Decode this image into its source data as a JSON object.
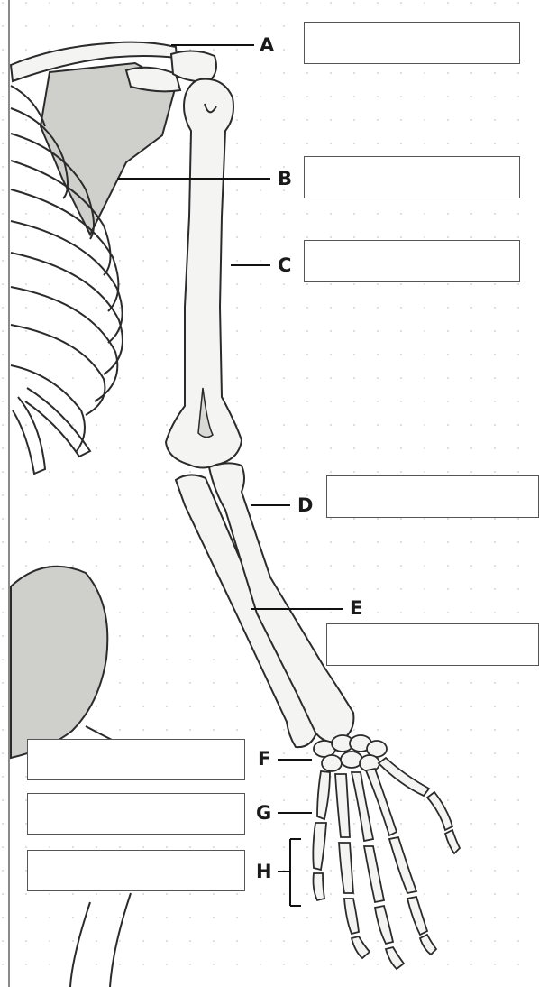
{
  "labels": {
    "A": "A",
    "B": "B",
    "C": "C",
    "D": "D",
    "E": "E",
    "F": "F",
    "G": "G",
    "H": "H"
  },
  "answers": {
    "A": "",
    "B": "",
    "C": "",
    "D": "",
    "E": "",
    "F": "",
    "G": "",
    "H": ""
  },
  "colors": {
    "bone_fill": "#f4f4f2",
    "bone_shade": "#d9d9d6",
    "scapula_shade": "#cfcfcc",
    "outline": "#2b2b2b",
    "leader": "#111111",
    "box_border": "#555555",
    "dot_grid": "#c8c8c8"
  }
}
